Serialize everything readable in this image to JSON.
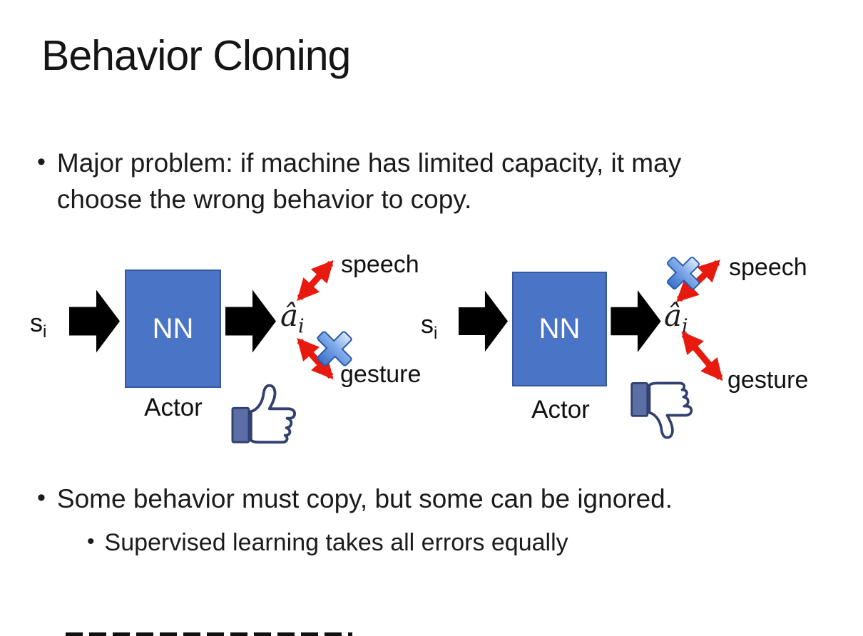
{
  "slide": {
    "title": "Behavior Cloning",
    "bullet1": "Major problem: if machine has limited capacity, it may choose the wrong behavior to copy.",
    "bullet2": "Some behavior must copy, but some can be ignored.",
    "bullet2_sub": "Supervised learning takes all errors equally",
    "colors": {
      "nn_box_blue": "#4A74C6",
      "nn_box_border": "#35599B",
      "arrow_red": "#E8190F",
      "cross_blue": "#3A71CC",
      "thumb_navy": "#32406F",
      "thumb_cuff": "#5B6EA5",
      "flow_arrow_black": "#000000"
    },
    "diagrams": [
      {
        "input": "s",
        "input_sub": "i",
        "box": "NN",
        "box_caption": "Actor",
        "output": "â",
        "output_sub": "i",
        "branch_top": "speech",
        "branch_bottom": "gesture",
        "crossed_out": "gesture",
        "feedback_icon": "thumbs-up-icon"
      },
      {
        "input": "s",
        "input_sub": "i",
        "box": "NN",
        "box_caption": "Actor",
        "output": "â",
        "output_sub": "i",
        "branch_top": "speech",
        "branch_bottom": "gesture",
        "crossed_out": "speech",
        "feedback_icon": "thumbs-down-icon"
      }
    ]
  }
}
